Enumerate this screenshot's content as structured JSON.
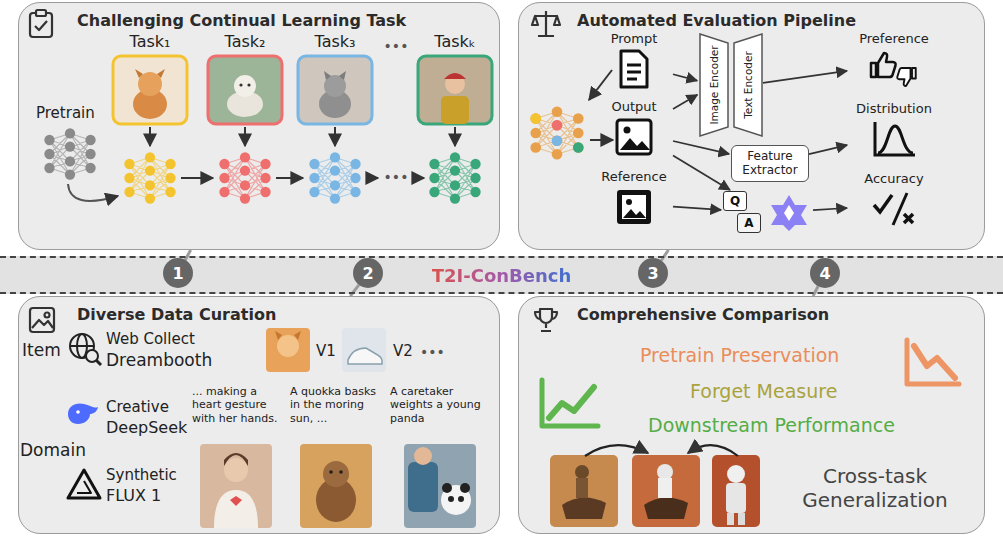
{
  "diagram": {
    "nodes": [
      {
        "text": [
          "Challenging Continual Learning Task"
        ]
      },
      {
        "text": [
          "Automated Evaluation Pipeline"
        ]
      },
      {
        "text": [
          "Prompt"
        ],
        "in": 1
      },
      {
        "text": [
          "Output"
        ],
        "in": 1
      },
      {
        "text": [
          "Reference"
        ],
        "in": 1
      },
      {
        "text": [
          "Image Encoder"
        ],
        "in": 1
      },
      {
        "text": [
          "Text Encoder"
        ],
        "in": 1
      },
      {
        "text": [
          "Feature Extractor"
        ],
        "in": 1
      },
      {
        "text": [
          "Q",
          "A"
        ],
        "in": 1
      },
      {
        "text": [
          "Preference"
        ],
        "in": 1
      },
      {
        "text": [
          "Distribution"
        ],
        "in": 1
      },
      {
        "text": [
          "Accuracy"
        ],
        "in": 1
      },
      {
        "text": [
          "T2I-ConBench"
        ]
      },
      {
        "text": [
          "1"
        ],
        "in": 12
      },
      {
        "text": [
          "2"
        ],
        "in": 12
      },
      {
        "text": [
          "3"
        ],
        "in": 12
      },
      {
        "text": [
          "4"
        ],
        "in": 12
      },
      {
        "text": [
          "Diverse Data Curation"
        ]
      },
      {
        "text": [
          "Comprehensive Comparison"
        ]
      }
    ],
    "edges": [
      {
        "from": 0,
        "to": 13,
        "arrow": "none"
      },
      {
        "from": 17,
        "to": 14,
        "arrow": "none"
      },
      {
        "from": 1,
        "to": 15,
        "arrow": "none"
      },
      {
        "from": 18,
        "to": 16,
        "arrow": "none"
      },
      {
        "from": 2,
        "to": 5,
        "arrow": "to"
      },
      {
        "from": 3,
        "to": 5,
        "arrow": "to"
      },
      {
        "from": 3,
        "to": 7,
        "arrow": "to"
      },
      {
        "from": 3,
        "to": 8,
        "arrow": "to"
      },
      {
        "from": 4,
        "to": 8,
        "arrow": "to"
      },
      {
        "from": 6,
        "to": 9,
        "arrow": "to"
      },
      {
        "from": 7,
        "to": 10,
        "arrow": "to"
      },
      {
        "from": 8,
        "to": 11,
        "arrow": "to"
      }
    ],
    "labels": [
      "Pretrain",
      "Task₁",
      "Task₂",
      "Task₃",
      "•••",
      "Taskₖ",
      "•••",
      "Item",
      "Web Collect",
      "Dreambooth",
      "V1",
      "V2",
      "•••",
      "Domain",
      "Creative",
      "DeepSeek",
      "Synthetic",
      "FLUX 1",
      "... making a heart gesture with her hands.",
      "A quokka basks in the moring sun, ...",
      "A caretaker weights a young panda",
      "Pretrain Preservation",
      "Forget Measure",
      "Downstream Performance",
      "Cross-task Generalization"
    ]
  }
}
